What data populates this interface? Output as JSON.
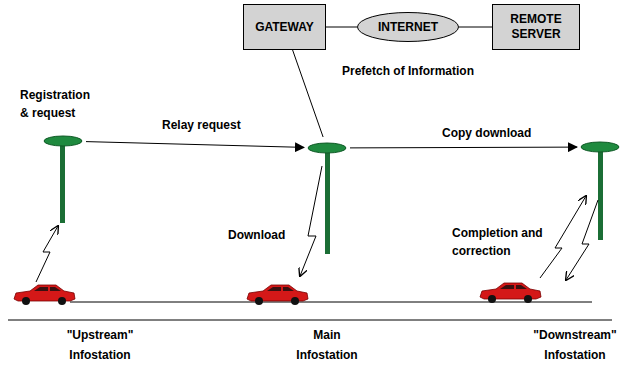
{
  "diagram": {
    "nodes": [
      {
        "text": [
          "GATEWAY"
        ]
      },
      {
        "text": [
          "INTERNET"
        ]
      },
      {
        "text": [
          "REMOTE SERVER"
        ]
      },
      {
        "text": [
          "\"Upstream\" Infostation"
        ]
      },
      {
        "text": [
          "Main Infostation"
        ]
      },
      {
        "text": [
          "\"Downstream\" Infostation"
        ]
      }
    ],
    "edges": [
      {
        "from": 0,
        "to": 1,
        "arrow": "none"
      },
      {
        "from": 1,
        "to": 2,
        "arrow": "none"
      },
      {
        "from": 0,
        "to": 4,
        "label": "Prefetch of Information",
        "arrow": "none"
      },
      {
        "from": 3,
        "to": 4,
        "label": "Relay request",
        "arrow": "to"
      },
      {
        "from": 4,
        "to": 5,
        "label": "Copy download",
        "arrow": "to"
      }
    ],
    "labels": [
      "Registration & request",
      "Download",
      "Completion and correction"
    ]
  }
}
